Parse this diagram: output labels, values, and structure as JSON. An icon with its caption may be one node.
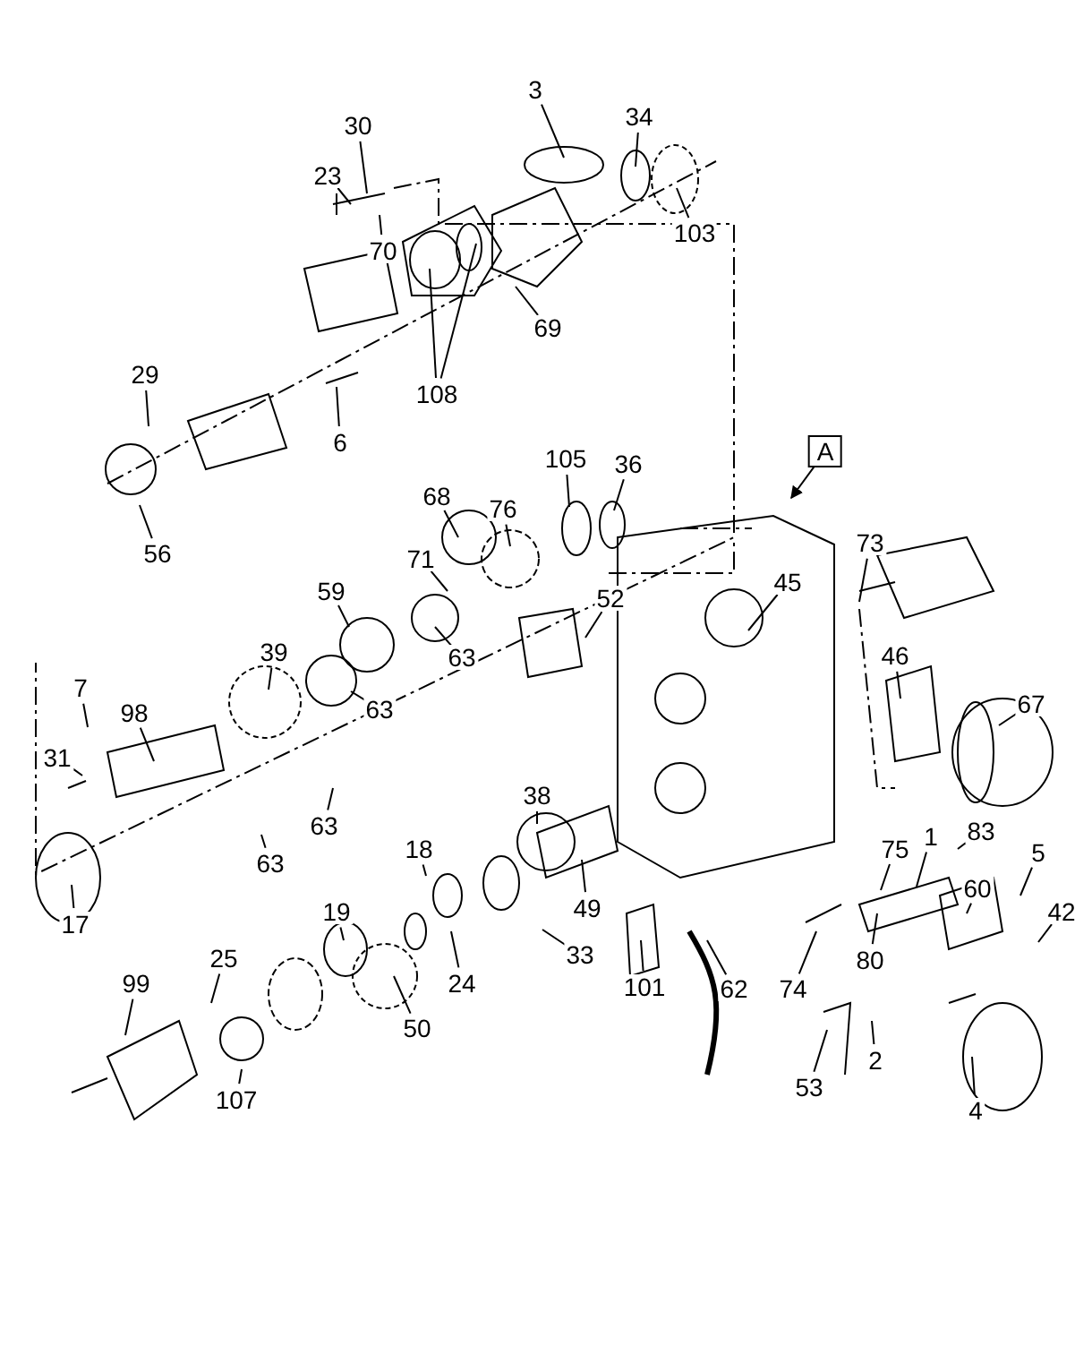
{
  "diagram": {
    "nodes": [
      {
        "text": [
          "30"
        ]
      },
      {
        "text": [
          "23"
        ]
      },
      {
        "text": [
          "70"
        ]
      },
      {
        "text": [
          "3"
        ]
      },
      {
        "text": [
          "34"
        ]
      },
      {
        "text": [
          "103"
        ]
      },
      {
        "text": [
          "69"
        ]
      },
      {
        "text": [
          "108"
        ]
      },
      {
        "text": [
          "29"
        ]
      },
      {
        "text": [
          "6"
        ]
      },
      {
        "text": [
          "56"
        ]
      },
      {
        "text": [
          "A"
        ]
      },
      {
        "text": [
          "105"
        ]
      },
      {
        "text": [
          "36"
        ]
      },
      {
        "text": [
          "68"
        ]
      },
      {
        "text": [
          "76"
        ]
      },
      {
        "text": [
          "73"
        ]
      },
      {
        "text": [
          "45"
        ]
      },
      {
        "text": [
          "71"
        ]
      },
      {
        "text": [
          "59"
        ]
      },
      {
        "text": [
          "52"
        ]
      },
      {
        "text": [
          "46"
        ]
      },
      {
        "text": [
          "39"
        ]
      },
      {
        "text": [
          "63"
        ]
      },
      {
        "text": [
          "67"
        ]
      },
      {
        "text": [
          "7"
        ]
      },
      {
        "text": [
          "98"
        ]
      },
      {
        "text": [
          "63"
        ]
      },
      {
        "text": [
          "31"
        ]
      },
      {
        "text": [
          "38"
        ]
      },
      {
        "text": [
          "63"
        ]
      },
      {
        "text": [
          "63"
        ]
      },
      {
        "text": [
          "75"
        ]
      },
      {
        "text": [
          "1"
        ]
      },
      {
        "text": [
          "83"
        ]
      },
      {
        "text": [
          "5"
        ]
      },
      {
        "text": [
          "18"
        ]
      },
      {
        "text": [
          "60"
        ]
      },
      {
        "text": [
          "42"
        ]
      },
      {
        "text": [
          "49"
        ]
      },
      {
        "text": [
          "19"
        ]
      },
      {
        "text": [
          "17"
        ]
      },
      {
        "text": [
          "33"
        ]
      },
      {
        "text": [
          "80"
        ]
      },
      {
        "text": [
          "25"
        ]
      },
      {
        "text": [
          "24"
        ]
      },
      {
        "text": [
          "99"
        ]
      },
      {
        "text": [
          "101"
        ]
      },
      {
        "text": [
          "62"
        ]
      },
      {
        "text": [
          "74"
        ]
      },
      {
        "text": [
          "50"
        ]
      },
      {
        "text": [
          "2"
        ]
      },
      {
        "text": [
          "53"
        ]
      },
      {
        "text": [
          "107"
        ]
      },
      {
        "text": [
          "4"
        ]
      }
    ],
    "edges": [
      {
        "from": 0,
        "to": null,
        "arrow": "none"
      },
      {
        "from": 1,
        "to": null,
        "arrow": "none"
      },
      {
        "from": 2,
        "to": null,
        "arrow": "none"
      },
      {
        "from": 3,
        "to": null,
        "arrow": "none"
      },
      {
        "from": 4,
        "to": null,
        "arrow": "none"
      },
      {
        "from": 5,
        "to": null,
        "arrow": "none"
      },
      {
        "from": 6,
        "to": null,
        "arrow": "none"
      },
      {
        "from": 7,
        "to": null,
        "arrow": "none"
      },
      {
        "from": 7,
        "to": null,
        "arrow": "none"
      },
      {
        "from": 8,
        "to": null,
        "arrow": "none"
      },
      {
        "from": 9,
        "to": null,
        "arrow": "none"
      },
      {
        "from": 10,
        "to": null,
        "arrow": "none"
      },
      {
        "from": 11,
        "to": null,
        "arrow": "to"
      },
      {
        "from": 12,
        "to": null,
        "arrow": "none"
      },
      {
        "from": 13,
        "to": null,
        "arrow": "none"
      },
      {
        "from": 14,
        "to": null,
        "arrow": "none"
      },
      {
        "from": 15,
        "to": null,
        "arrow": "none"
      },
      {
        "from": 16,
        "to": null,
        "arrow": "none"
      },
      {
        "from": 17,
        "to": null,
        "arrow": "none"
      },
      {
        "from": 18,
        "to": null,
        "arrow": "none"
      },
      {
        "from": 19,
        "to": null,
        "arrow": "none"
      },
      {
        "from": 20,
        "to": null,
        "arrow": "none"
      },
      {
        "from": 21,
        "to": null,
        "arrow": "none"
      },
      {
        "from": 22,
        "to": null,
        "arrow": "none"
      },
      {
        "from": 23,
        "to": null,
        "arrow": "none"
      },
      {
        "from": 24,
        "to": null,
        "arrow": "none"
      },
      {
        "from": 25,
        "to": null,
        "arrow": "none"
      },
      {
        "from": 26,
        "to": null,
        "arrow": "none"
      },
      {
        "from": 27,
        "to": null,
        "arrow": "none"
      },
      {
        "from": 28,
        "to": null,
        "arrow": "none"
      },
      {
        "from": 29,
        "to": null,
        "arrow": "none"
      },
      {
        "from": 30,
        "to": null,
        "arrow": "none"
      },
      {
        "from": 31,
        "to": null,
        "arrow": "none"
      },
      {
        "from": 32,
        "to": null,
        "arrow": "none"
      },
      {
        "from": 33,
        "to": null,
        "arrow": "none"
      },
      {
        "from": 34,
        "to": null,
        "arrow": "none"
      },
      {
        "from": 35,
        "to": null,
        "arrow": "none"
      },
      {
        "from": 36,
        "to": null,
        "arrow": "none"
      },
      {
        "from": 37,
        "to": null,
        "arrow": "none"
      },
      {
        "from": 38,
        "to": null,
        "arrow": "none"
      },
      {
        "from": 39,
        "to": null,
        "arrow": "none"
      },
      {
        "from": 40,
        "to": null,
        "arrow": "none"
      },
      {
        "from": 41,
        "to": null,
        "arrow": "none"
      },
      {
        "from": 42,
        "to": null,
        "arrow": "none"
      },
      {
        "from": 43,
        "to": null,
        "arrow": "none"
      },
      {
        "from": 44,
        "to": null,
        "arrow": "none"
      },
      {
        "from": 45,
        "to": null,
        "arrow": "none"
      },
      {
        "from": 46,
        "to": null,
        "arrow": "none"
      },
      {
        "from": 47,
        "to": null,
        "arrow": "none"
      },
      {
        "from": 48,
        "to": null,
        "arrow": "none"
      },
      {
        "from": 49,
        "to": null,
        "arrow": "none"
      },
      {
        "from": 50,
        "to": null,
        "arrow": "none"
      },
      {
        "from": 51,
        "to": null,
        "arrow": "none"
      },
      {
        "from": 52,
        "to": null,
        "arrow": "none"
      },
      {
        "from": 53,
        "to": null,
        "arrow": "none"
      },
      {
        "from": 54,
        "to": null,
        "arrow": "none"
      }
    ]
  }
}
